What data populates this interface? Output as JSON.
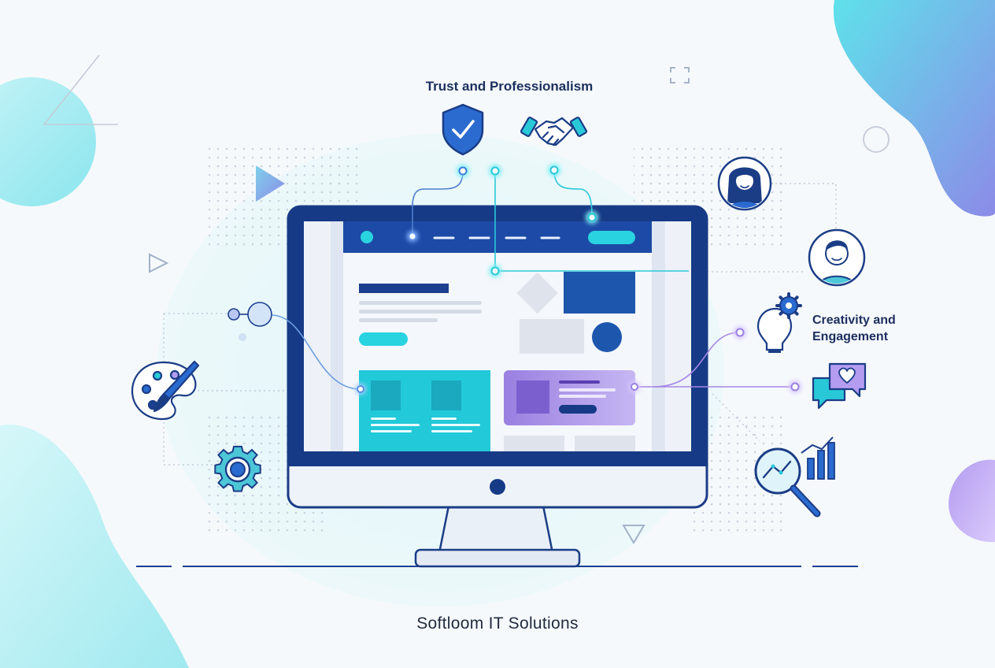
{
  "headings": {
    "trust": "Trust and Professionalism",
    "creativity_line1": "Creativity and",
    "creativity_line2": "Engagement"
  },
  "footer": {
    "brand": "Softloom IT Solutions"
  },
  "colors": {
    "navy": "#1d3f8f",
    "dark_navy": "#13306e",
    "cyan": "#29d3e0",
    "teal": "#22c9d9",
    "purple": "#9a7fe0",
    "light_gray": "#dfe5ee"
  },
  "icons": [
    "shield-check-icon",
    "handshake-icon",
    "woman-avatar-icon",
    "man-avatar-icon",
    "lightbulb-gear-icon",
    "chat-heart-icon",
    "magnifier-chart-icon",
    "palette-brush-icon",
    "gear-icon",
    "play-triangle-icon",
    "circle-icon",
    "focus-bracket-icon"
  ]
}
